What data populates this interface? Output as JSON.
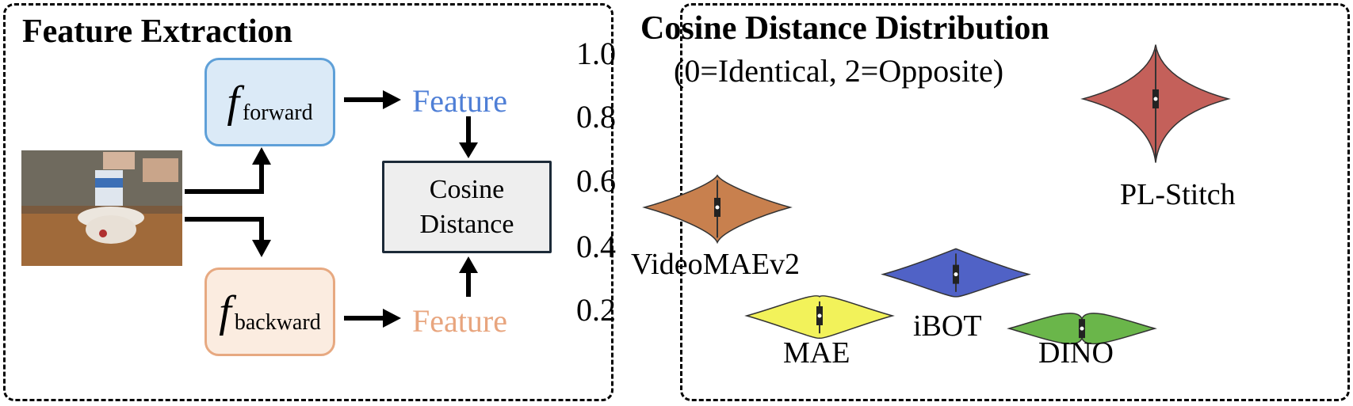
{
  "left": {
    "title": "Feature Extraction",
    "forward": {
      "f": "f",
      "sub": "forward"
    },
    "backward": {
      "f": "f",
      "sub": "backward"
    },
    "feature_top": "Feature",
    "feature_bottom": "Feature",
    "cosine_line1": "Cosine",
    "cosine_line2": "Distance",
    "colors": {
      "forward_fill": "#dbeaf7",
      "forward_border": "#5fa0d8",
      "backward_fill": "#fbece0",
      "backward_border": "#e7a981",
      "feature_top": "#4f7fd6",
      "feature_bottom": "#e8a57e",
      "cosine_fill": "#eeeeee"
    }
  },
  "right": {
    "title": "Cosine Distance Distribution",
    "subtitle": "(0=Identical, 2=Opposite)"
  },
  "chart_data": {
    "type": "violin",
    "yticks": [
      "1.0",
      "0.8",
      "0.6",
      "0.4",
      "0.2"
    ],
    "ylim": [
      0.1,
      1.05
    ],
    "series": [
      {
        "name": "VideoMAEv2",
        "median": 0.54,
        "min": 0.43,
        "max": 0.64,
        "color": "#c8804e"
      },
      {
        "name": "MAE",
        "median": 0.2,
        "min": 0.13,
        "max": 0.26,
        "color": "#f2f25a"
      },
      {
        "name": "iBOT",
        "median": 0.33,
        "min": 0.26,
        "max": 0.41,
        "color": "#5062c6"
      },
      {
        "name": "DINO",
        "median": 0.16,
        "min": 0.13,
        "max": 0.19,
        "color": "#6ab64a"
      },
      {
        "name": "PL-Stitch",
        "median": 0.88,
        "min": 0.68,
        "max": 1.05,
        "color": "#c4605a"
      }
    ]
  }
}
